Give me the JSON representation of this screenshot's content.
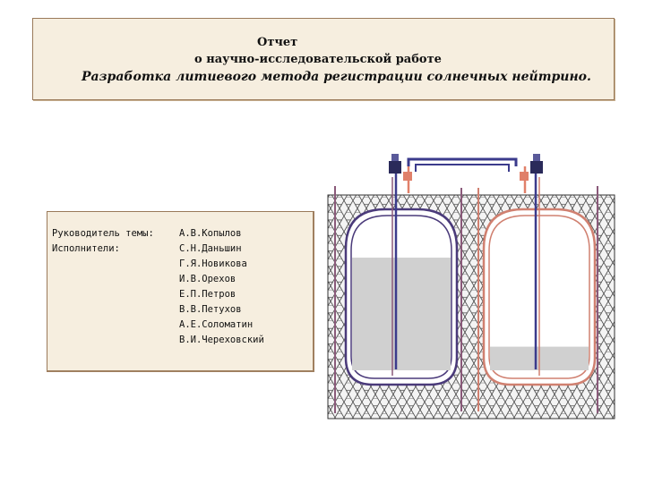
{
  "header": {
    "line1": "Отчет",
    "line2": "о научно-исследовательской работе",
    "line3": "Разработка литиевого метода регистрации солнечных нейтрино."
  },
  "team": {
    "leader_label": "Руководитель темы:",
    "performers_label": "Исполнители:",
    "names": [
      "А.В.Копылов",
      "С.Н.Даньшин",
      "Г.Я.Новикова",
      "И.В.Орехов",
      "Е.П.Петров",
      "В.В.Петухов",
      "А.Е.Соломатин",
      "В.И.Череховский"
    ]
  },
  "diagram": {
    "left_tank_fill_fraction": 0.74,
    "right_tank_fill_fraction": 0.19,
    "colors": {
      "left_tank": "#4a3a7a",
      "right_tank": "#d08070",
      "liquid": "#d0d0d0",
      "pipe": "#3b3b8c",
      "pipe_accent": "#e0806a",
      "valve": "#2a2a5a",
      "insulation": "#8a5a7a"
    }
  }
}
